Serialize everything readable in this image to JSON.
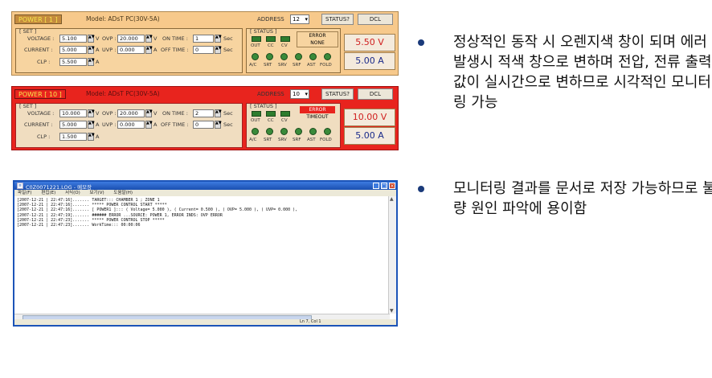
{
  "panel1": {
    "power_label": "POWER [ 1 ]",
    "model": "Model: ADsT PC(30V-5A)",
    "address_label": "ADDRESS",
    "address": "12",
    "status_btn": "STATUS?",
    "dcl_btn": "DCL",
    "set_label": "[ SET ]",
    "voltage_label": "VOLTAGE :",
    "voltage": "5.100",
    "ovp_label": "OVP :",
    "ovp": "20.000",
    "ontime_label": "ON TIME :",
    "ontime": "1",
    "current_label": "CURRENT :",
    "current": "5.000",
    "uvp_label": "UVP :",
    "uvp": "0.000",
    "offtime_label": "OFF TIME :",
    "offtime": "0",
    "clp_label": "CLP :",
    "clp": "5.500",
    "unit_v": "V",
    "unit_a": "A",
    "unit_sec": "Sec",
    "status_label": "[ STATUS ]",
    "led_top": [
      "OUT",
      "CC",
      "CV"
    ],
    "led_bottom": [
      "A/C",
      "SRT",
      "SRV",
      "SRF",
      "AST",
      "FOLD"
    ],
    "error_label": "ERROR",
    "error_value": "NONE",
    "display_v": "5.50 V",
    "display_a": "5.00 A"
  },
  "panel2": {
    "power_label": "POWER [ 10 ]",
    "model": "Model: ADsT PC(30V-5A)",
    "address_label": "ADDRESS",
    "address": "10",
    "status_btn": "STATUS?",
    "dcl_btn": "DCL",
    "set_label": "[ SET ]",
    "voltage_label": "VOLTAGE :",
    "voltage": "10.000",
    "ovp_label": "OVP :",
    "ovp": "20.000",
    "ontime_label": "ON TIME :",
    "ontime": "2",
    "current_label": "CURRENT :",
    "current": "5.000",
    "uvp_label": "UVP :",
    "uvp": "0.000",
    "offtime_label": "OFF TIME :",
    "offtime": "0",
    "clp_label": "CLP :",
    "clp": "1.500",
    "unit_v": "V",
    "unit_a": "A",
    "unit_sec": "Sec",
    "status_label": "[ STATUS ]",
    "led_top": [
      "OUT",
      "CC",
      "CV"
    ],
    "led_bottom": [
      "A/C",
      "SRT",
      "SRV",
      "SRF",
      "AST",
      "FOLD"
    ],
    "error_label": "ERROR",
    "error_value": "TIMEOUT",
    "display_v": "10.00 V",
    "display_a": "5.00 A"
  },
  "notepad": {
    "title": "C0Z0071221.LOG - 메모장",
    "menu": [
      "파일(F)",
      "편집(E)",
      "서식(O)",
      "보기(V)",
      "도움말(H)"
    ],
    "lines": [
      "[2007-12-21 | 22:47:16]....... TARGET::: CHAMBER 1 ; ZONE 1",
      "[2007-12-21 | 22:47:16]....... ***** POWER CONTROL START *****",
      "[2007-12-21 | 22:47:16]....... [ POWER1 ]::: ( Voltage= 5.000 ), ( Current= 0.500 ), ( OVP= 5.000 ), ( UVP= 0.000 ),",
      "[2007-12-21 | 22:47:19]....... ###### ERROR ...SOURCE: POWER 1, ERROR INDS: OVP ERROR",
      "[2007-12-21 | 22:47:23]....... ***** POWER CONTROL STOP *****",
      "[2007-12-21 | 22:47:23]....... WorkTime::: 00:00:06"
    ],
    "status_pos": "Ln 7, Col 1"
  },
  "bullets": [
    "정상적인 동작 시 오렌지색 창이 되며 에러 발생시 적색 창으로  변하며 전압, 전류 출력 값이 실시간으로 변하므로 시각적인 모니터링 가능",
    "모니터링 결과를 문서로 저장 가능하므로 불량 원인 파악에 용이함"
  ]
}
